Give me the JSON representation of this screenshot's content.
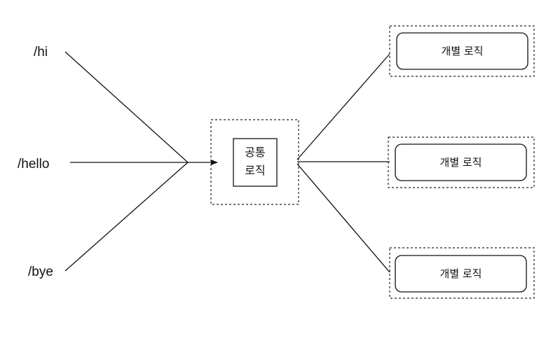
{
  "routes": {
    "hi": "/hi",
    "hello": "/hello",
    "bye": "/bye"
  },
  "common": {
    "line1": "공통",
    "line2": "로직"
  },
  "handlers": {
    "top": "개별 로직",
    "middle": "개별 로직",
    "bottom": "개별 로직"
  },
  "colors": {
    "stroke": "#111111",
    "background": "#ffffff"
  }
}
